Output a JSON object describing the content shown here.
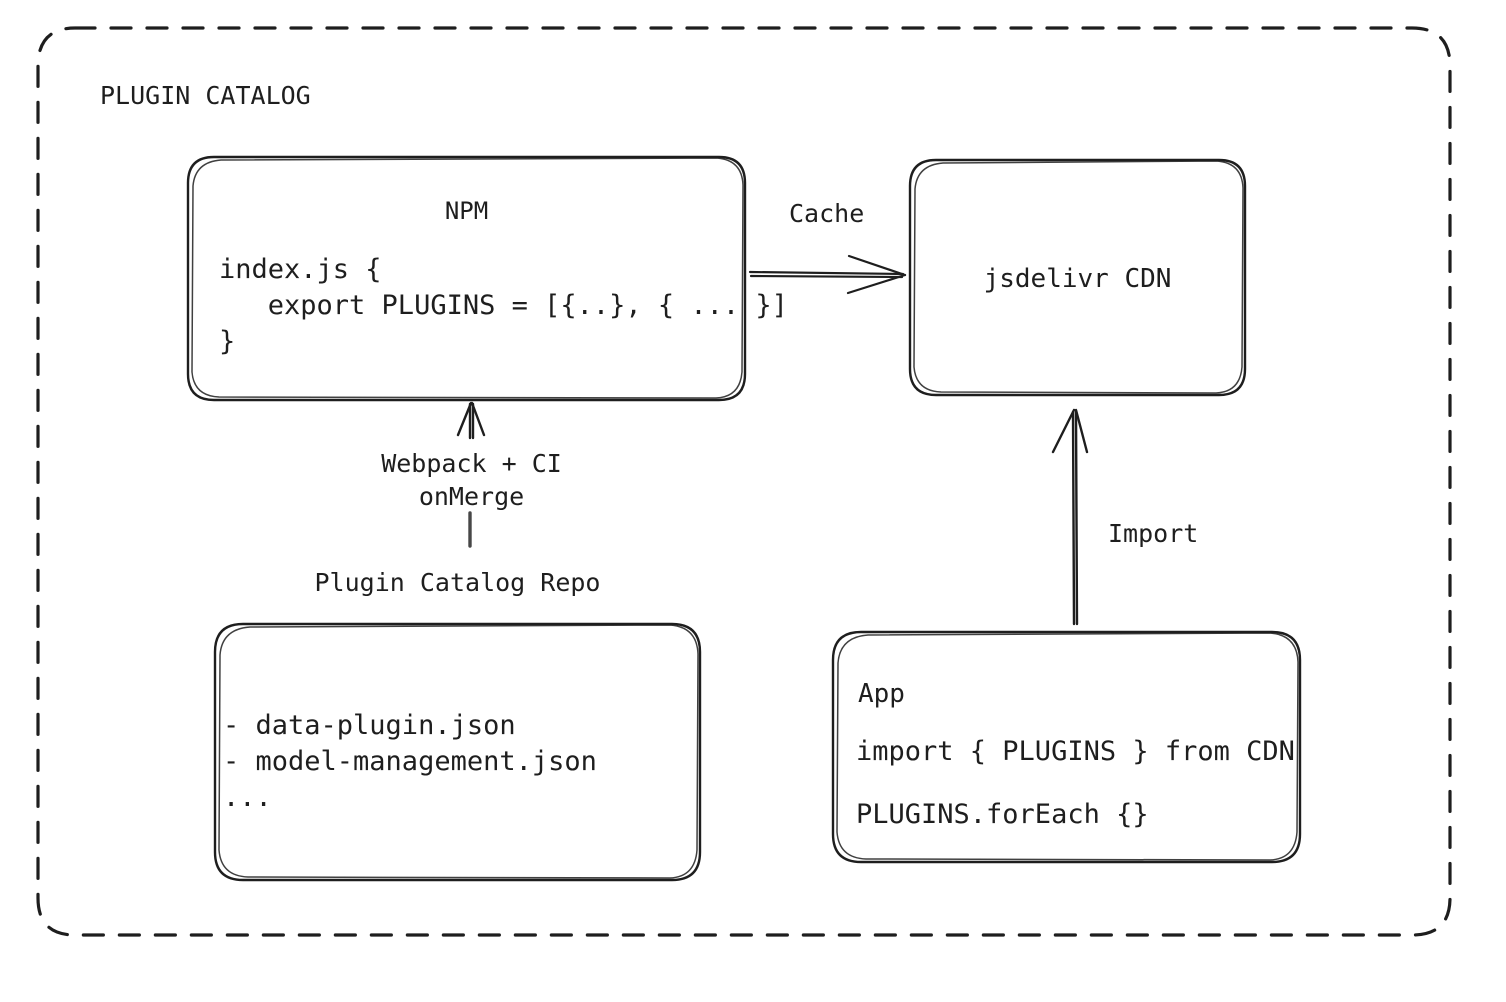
{
  "container": {
    "title": "PLUGIN CATALOG",
    "border_style": "dashed",
    "stroke_color": "#1e1e1e",
    "background": "#ffffff"
  },
  "nodes": {
    "npm": {
      "title": "NPM",
      "code": "index.js {\n   export PLUGINS = [{..}, { ... }]\n}"
    },
    "cdn": {
      "title": "jsdelivr CDN"
    },
    "repo": {
      "caption": "Plugin Catalog Repo",
      "body": "- data-plugin.json\n- model-management.json\n..."
    },
    "app": {
      "title": "App",
      "line_1": "import { PLUGINS } from CDN",
      "line_2": "PLUGINS.forEach {}"
    }
  },
  "edges": {
    "npm_to_cdn": {
      "label": "Cache",
      "direction": "right"
    },
    "repo_to_npm": {
      "label": "Webpack + CI\nonMerge",
      "direction": "up"
    },
    "app_to_cdn": {
      "label": "Import",
      "direction": "up"
    }
  }
}
